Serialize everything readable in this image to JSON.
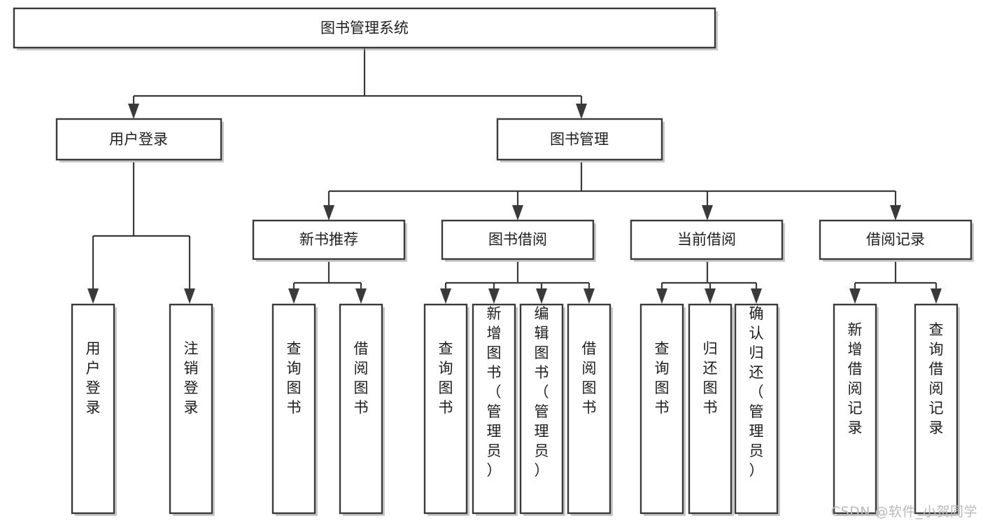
{
  "diagram": {
    "type": "tree-hierarchy-chart",
    "title": "图书管理系统",
    "watermark": "CSDN @软件_小贺同学",
    "colors": {
      "box_stroke": "#3a3a3a",
      "box_fill": "#ffffff",
      "text": "#1d1d1d",
      "connector": "#3a3a3a",
      "watermark": "#b9b9b9",
      "background": "#ffffff"
    },
    "levels": {
      "root": {
        "label": "图书管理系统"
      },
      "level2": [
        {
          "id": "user-login",
          "label": "用户登录"
        },
        {
          "id": "book-management",
          "label": "图书管理"
        }
      ],
      "level3": [
        {
          "id": "new-book-recommend",
          "label": "新书推荐"
        },
        {
          "id": "book-borrow",
          "label": "图书借阅"
        },
        {
          "id": "current-borrow",
          "label": "当前借阅"
        },
        {
          "id": "borrow-record",
          "label": "借阅记录"
        }
      ],
      "leaves": {
        "user-login": [
          {
            "id": "leaf-user-login",
            "label": "用户登录"
          },
          {
            "id": "leaf-logout-login",
            "label": "注销登录"
          }
        ],
        "new-book-recommend": [
          {
            "id": "leaf-query-book-1",
            "label": "查询图书"
          },
          {
            "id": "leaf-borrow-book-1",
            "label": "借阅图书"
          }
        ],
        "book-borrow": [
          {
            "id": "leaf-query-book-2",
            "label": "查询图书"
          },
          {
            "id": "leaf-add-book",
            "label": "新增图书（管理员）"
          },
          {
            "id": "leaf-edit-book",
            "label": "编辑图书（管理员）"
          },
          {
            "id": "leaf-borrow-book-2",
            "label": "借阅图书"
          }
        ],
        "current-borrow": [
          {
            "id": "leaf-query-book-3",
            "label": "查询图书"
          },
          {
            "id": "leaf-return-book",
            "label": "归还图书"
          },
          {
            "id": "leaf-confirm-return",
            "label": "确认归还（管理员）"
          }
        ],
        "borrow-record": [
          {
            "id": "leaf-add-record",
            "label": "新增借阅记录"
          },
          {
            "id": "leaf-query-record",
            "label": "查询借阅记录"
          }
        ]
      }
    }
  }
}
